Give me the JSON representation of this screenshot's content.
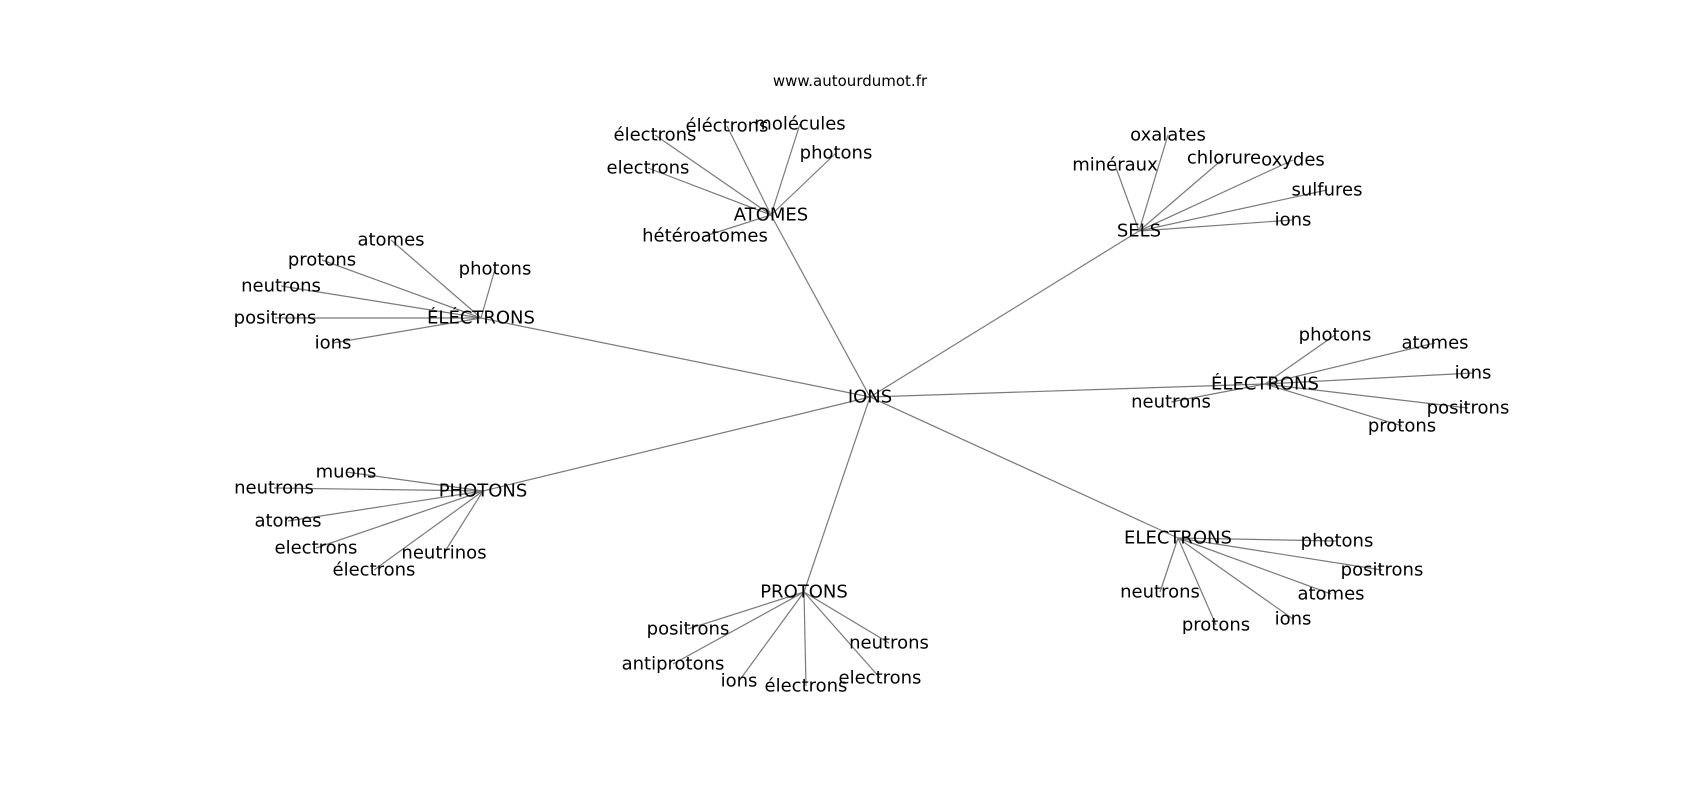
{
  "watermark": "www.autourdumot.fr",
  "graph": {
    "center": "IONS",
    "clusters": [
      {
        "label": "ATOMES",
        "children": [
          "électrons",
          "éléctrons",
          "molécules",
          "photons",
          "electrons",
          "hétéroatomes"
        ]
      },
      {
        "label": "SELS",
        "children": [
          "oxalates",
          "minéraux",
          "chlorure",
          "oxydes",
          "sulfures",
          "ions"
        ]
      },
      {
        "label": "ÉLÉCTRONS",
        "children": [
          "atomes",
          "protons",
          "photons",
          "neutrons",
          "positrons",
          "ions"
        ]
      },
      {
        "label": "ÉLECTRONS",
        "children": [
          "photons",
          "atomes",
          "ions",
          "neutrons",
          "positrons",
          "protons"
        ]
      },
      {
        "label": "PHOTONS",
        "children": [
          "muons",
          "neutrons",
          "atomes",
          "electrons",
          "neutrinos",
          "électrons"
        ]
      },
      {
        "label": "ELECTRONS",
        "children": [
          "photons",
          "positrons",
          "neutrons",
          "atomes",
          "ions",
          "protons"
        ]
      },
      {
        "label": "PROTONS",
        "children": [
          "positrons",
          "neutrons",
          "antiprotons",
          "ions",
          "électrons",
          "electrons"
        ]
      }
    ]
  }
}
